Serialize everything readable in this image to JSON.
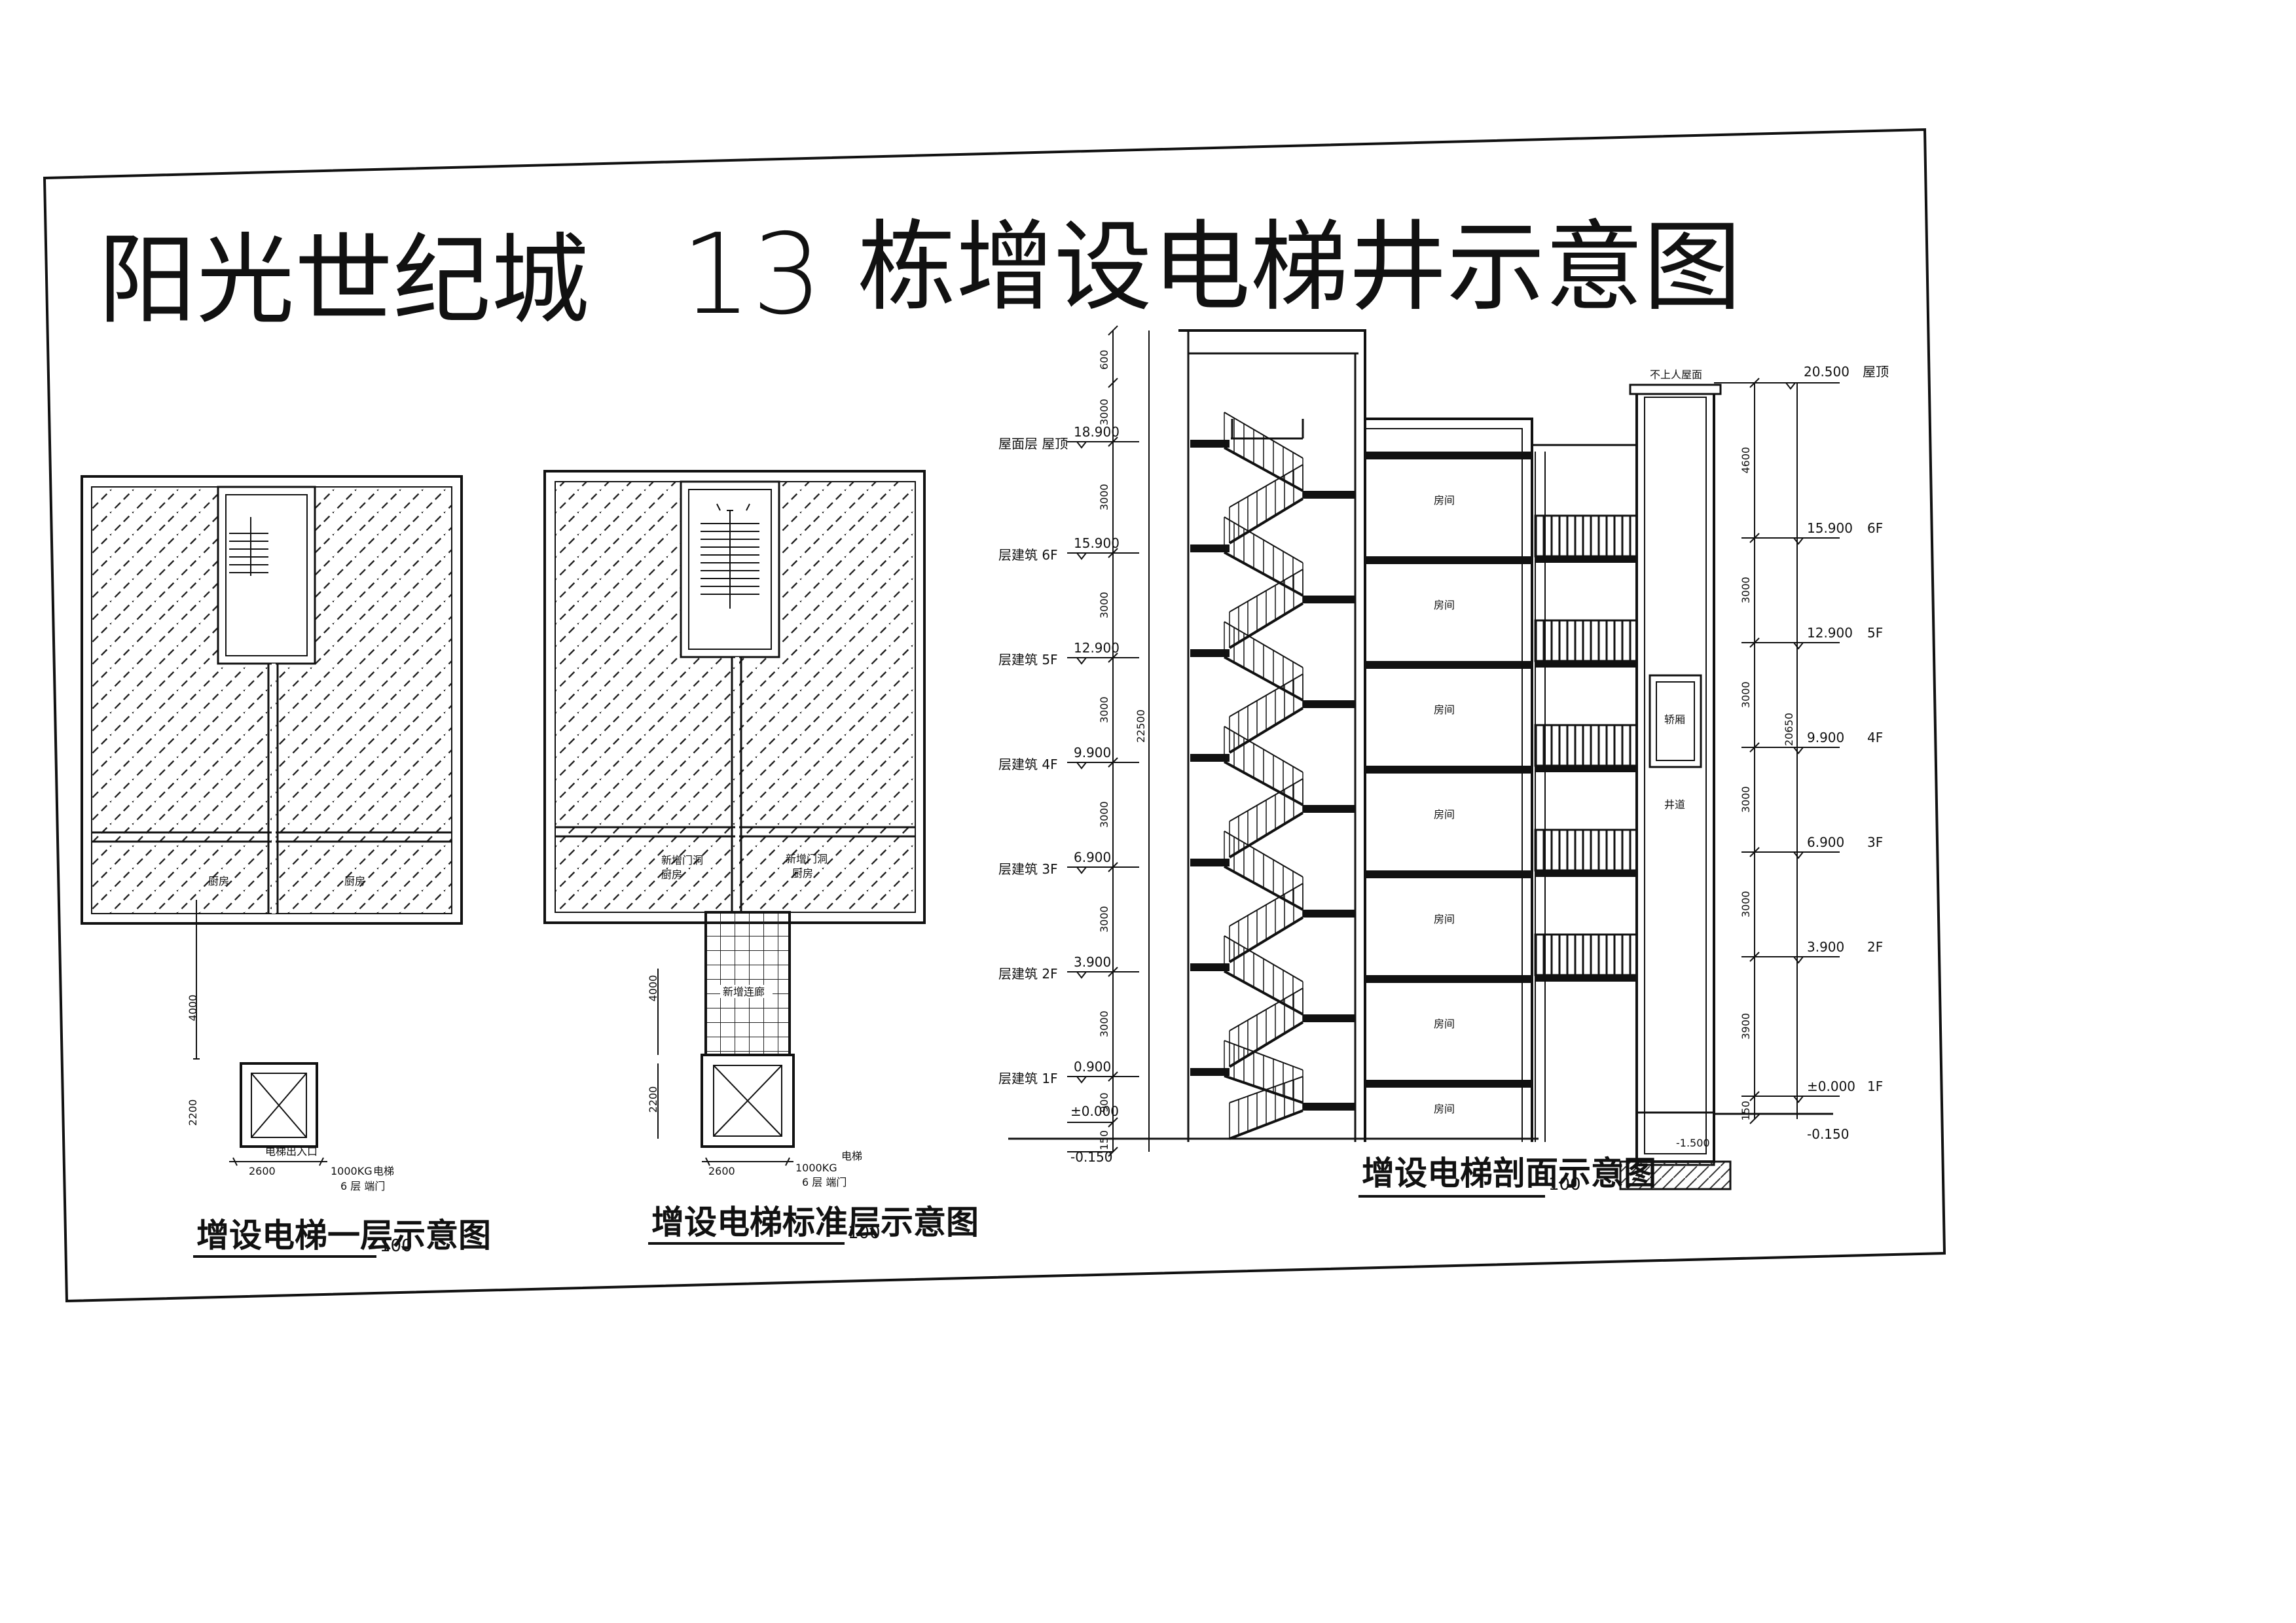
{
  "sheet": {
    "project": "阳光世纪城",
    "building_no": "13",
    "title_rest": "栋增设电梯井示意图"
  },
  "plan1": {
    "caption": "增设电梯一层示意图",
    "scale": "100",
    "room": "厨房",
    "dim_link": "4000",
    "dim_shaft_depth": "2200",
    "dim_shaft_width": "2600",
    "elevator_label": "电梯",
    "capacity": "1000KG",
    "door": "6 层 端门",
    "entrance": "电梯出入口"
  },
  "plan2": {
    "caption": "增设电梯标准层示意图",
    "scale": "100",
    "room": "厨房",
    "new_door": "新增门洞",
    "dim_link": "4000",
    "dim_shaft_depth": "2200",
    "dim_shaft_width": "2600",
    "elevator_label": "电梯",
    "capacity": "1000KG",
    "door": "6 层 端门",
    "corridor": "新增连廊"
  },
  "section": {
    "caption": "增设电梯剖面示意图",
    "scale": "100",
    "room": "房间",
    "left_levels": [
      {
        "label": "屋面层 屋顶",
        "value": "18.900"
      },
      {
        "label": "层建筑 6F",
        "value": "15.900"
      },
      {
        "label": "层建筑 5F",
        "value": "12.900"
      },
      {
        "label": "层建筑 4F",
        "value": "9.900"
      },
      {
        "label": "层建筑 3F",
        "value": "6.900"
      },
      {
        "label": "层建筑 2F",
        "value": "3.900"
      },
      {
        "label": "层建筑 1F",
        "value": "0.900"
      }
    ],
    "left_ground": "±0.000",
    "left_base": "-0.150",
    "left_dims": [
      "600",
      "3000",
      "3000",
      "3000",
      "3000",
      "3000",
      "3000",
      "3000",
      "900",
      "150"
    ],
    "left_total": "22500",
    "right_top_label": "不上人屋面",
    "right_top_value": "20.500",
    "right_top_name": "屋顶",
    "right_levels": [
      {
        "name": "6F",
        "value": "15.900"
      },
      {
        "name": "5F",
        "value": "12.900"
      },
      {
        "name": "4F",
        "value": "9.900"
      },
      {
        "name": "3F",
        "value": "6.900"
      },
      {
        "name": "2F",
        "value": "3.900"
      },
      {
        "name": "1F",
        "value": "±0.000"
      }
    ],
    "right_base": "-0.150",
    "right_dims": [
      "4600",
      "3000",
      "3000",
      "3000",
      "3000",
      "3900",
      "150"
    ],
    "right_total": "20650",
    "pit_value": "-1.500",
    "car_label": "轿厢",
    "shaft_label": "井道"
  }
}
